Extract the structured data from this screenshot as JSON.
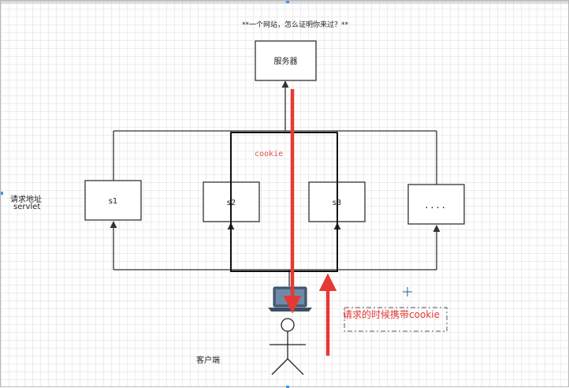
{
  "diagram": {
    "title": "**一个网站，怎么证明你来过？**",
    "server_label": "服务器",
    "servlets": [
      "s1",
      "s2",
      "s3",
      "...."
    ],
    "cookie_label": "cookie",
    "left_note_line1": "请求地址",
    "left_note_line2": "servlet",
    "client_label": "客户端",
    "annotation": "请求的时候携带cookie"
  },
  "colors": {
    "line": "#333333",
    "box_border": "#333333",
    "accent_red": "#e53935",
    "cookie_text": "#e05050",
    "laptop": "#3a5068"
  }
}
